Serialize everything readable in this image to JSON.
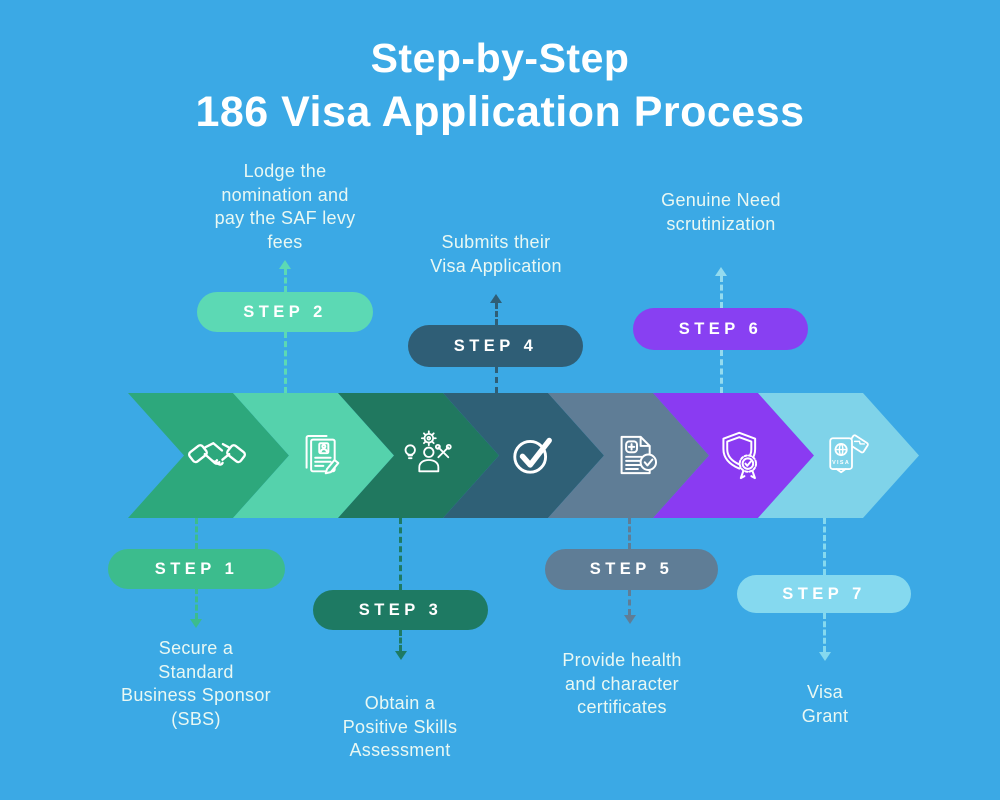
{
  "title": {
    "line1": "Step-by-Step",
    "line2": "186 Visa Application Process"
  },
  "colors": {
    "background": "#3BA9E5",
    "title_text": "#FFFFFF",
    "description_text": "#E9F8F3",
    "icon_stroke": "#FFFFFF"
  },
  "steps": [
    {
      "label": "STEP 1",
      "description": "Secure a\nStandard\nBusiness Sponsor\n(SBS)",
      "icon": "handshake-icon",
      "pill_color": "#3CBC8D",
      "chevron_color": "#2DA87C",
      "connector_color": "#3CBC8D",
      "text_position": "below"
    },
    {
      "label": "STEP 2",
      "description": "Lodge the\nnomination and\npay the SAF levy\nfees",
      "icon": "nomination-document-icon",
      "pill_color": "#5CD9B4",
      "chevron_color": "#55D2AC",
      "connector_color": "#5CD9B4",
      "text_position": "above"
    },
    {
      "label": "STEP 3",
      "description": "Obtain a\nPositive Skills\nAssessment",
      "icon": "skills-assessment-icon",
      "pill_color": "#1E7A63",
      "chevron_color": "#20785F",
      "connector_color": "#1E7A63",
      "text_position": "below"
    },
    {
      "label": "STEP 4",
      "description": "Submits their\nVisa Application",
      "icon": "check-circle-icon",
      "pill_color": "#2F5E76",
      "chevron_color": "#2F6076",
      "connector_color": "#2F5E76",
      "text_position": "above"
    },
    {
      "label": "STEP 5",
      "description": "Provide health\nand character\ncertificates",
      "icon": "health-certificate-icon",
      "pill_color": "#5F7D96",
      "chevron_color": "#5F7D96",
      "connector_color": "#5F7D96",
      "text_position": "below"
    },
    {
      "label": "STEP 6",
      "description": "Genuine Need\nscrutinization",
      "icon": "shield-badge-icon",
      "pill_color": "#8840F2",
      "chevron_color": "#8A3BF2",
      "connector_color": "#93DBEF",
      "text_position": "above"
    },
    {
      "label": "STEP 7",
      "description": "Visa\nGrant",
      "icon": "passport-visa-icon",
      "pill_color": "#85D9EF",
      "chevron_color": "#7FD3E9",
      "connector_color": "#85D9EF",
      "text_position": "below"
    }
  ]
}
